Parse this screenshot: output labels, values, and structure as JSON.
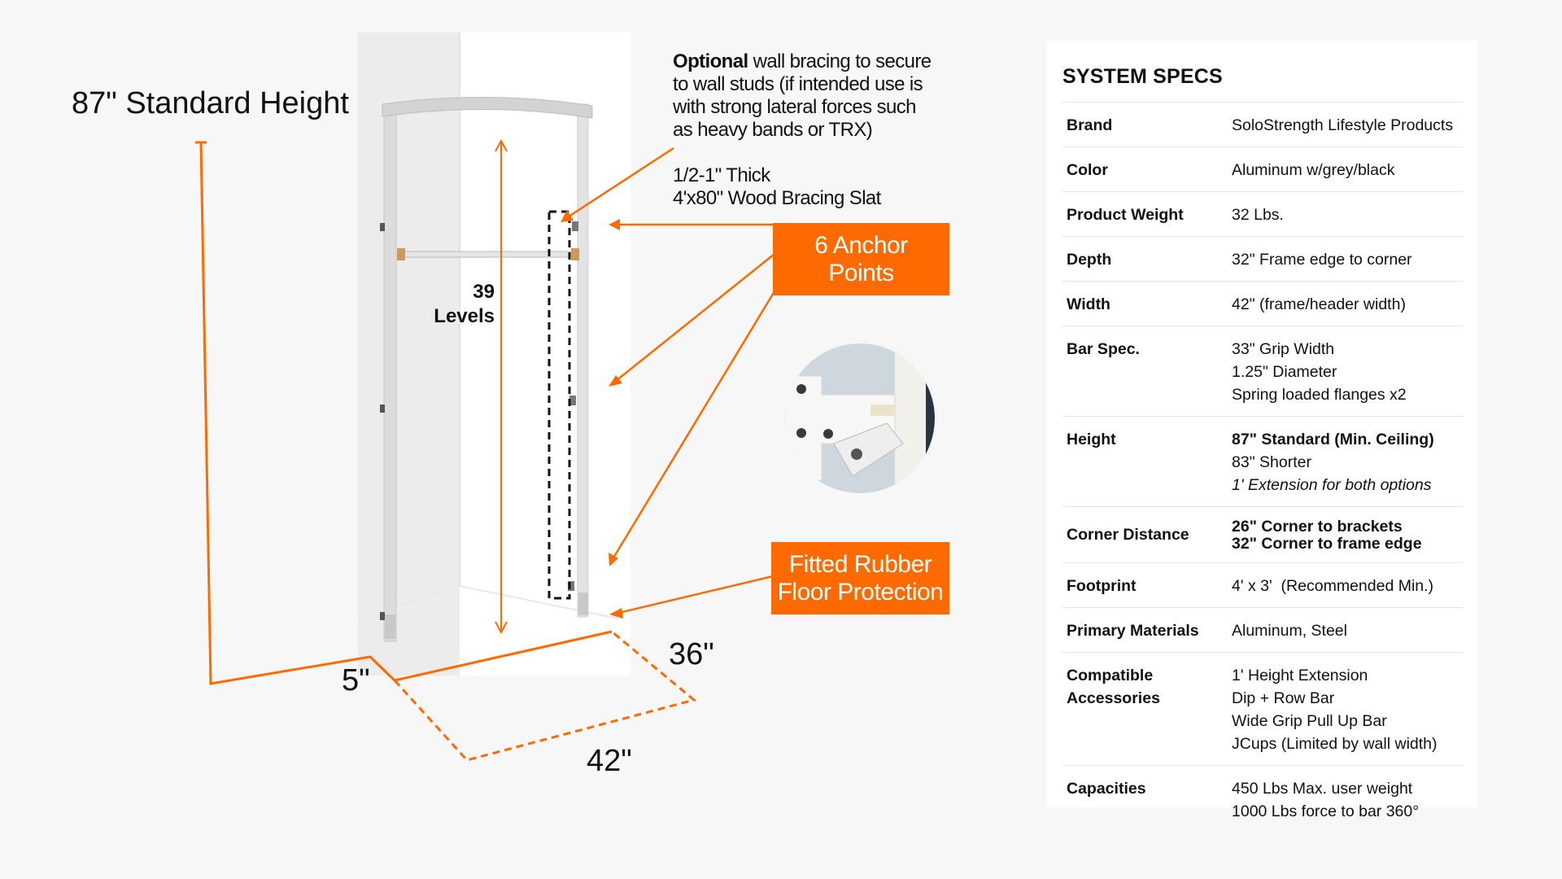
{
  "dimensions": {
    "standard_height": "87\" Standard Height",
    "levels_count": "39",
    "levels_label": "Levels",
    "side_depth": "5\"",
    "front_depth": "36\"",
    "width": "42\""
  },
  "notes": {
    "optional_bold": "Optional",
    "optional_rest_1": "wall bracing to secure",
    "optional_rest_2": "to wall studs (if intended use is",
    "optional_rest_3": "with strong lateral forces such",
    "optional_rest_4": "as heavy bands or TRX)",
    "bracing_1": "1/2-1\" Thick",
    "bracing_2": "4'x80\" Wood Bracing Slat"
  },
  "callouts": {
    "anchor_1": "6 Anchor",
    "anchor_2": "Points",
    "rubber_1": "Fitted Rubber",
    "rubber_2": "Floor Protection"
  },
  "colors": {
    "accent": "#ff6a00",
    "frame": "#d9d9d9",
    "wall": "#ffffff"
  },
  "specs": {
    "title": "SYSTEM SPECS",
    "rows": [
      {
        "key": "Brand",
        "values": [
          "SoloStrength Lifestyle Products"
        ]
      },
      {
        "key": "Color",
        "values": [
          "Aluminum w/grey/black"
        ]
      },
      {
        "key": "Product Weight",
        "values": [
          "32 Lbs."
        ]
      },
      {
        "key": "Depth",
        "values": [
          "32\" Frame edge to corner"
        ]
      },
      {
        "key": "Width",
        "values": [
          "42\" (frame/header width)"
        ]
      },
      {
        "key": "Bar Spec.",
        "values": [
          "33\" Grip Width",
          "1.25\" Diameter",
          "Spring loaded flanges x2"
        ]
      },
      {
        "key": "Height",
        "values": [
          "87\" Standard (Min. Ceiling)",
          "83\" Shorter",
          "1' Extension for both options"
        ]
      },
      {
        "key": "Corner Distance",
        "values": [
          "26\" Corner to brackets",
          "32\" Corner to frame edge"
        ]
      },
      {
        "key": "Footprint",
        "values": [
          "4' x 3'  (Recommended Min.)"
        ]
      },
      {
        "key": "Primary Materials",
        "values": [
          "Aluminum, Steel"
        ]
      },
      {
        "key": "Compatible Accessories",
        "values": [
          "1' Height Extension",
          "Dip + Row Bar",
          "Wide Grip Pull Up Bar",
          "JCups (Limited by wall width)"
        ]
      },
      {
        "key": "Capacities",
        "values": [
          "450 Lbs Max. user weight",
          "1000 Lbs force to bar 360°"
        ]
      }
    ]
  }
}
